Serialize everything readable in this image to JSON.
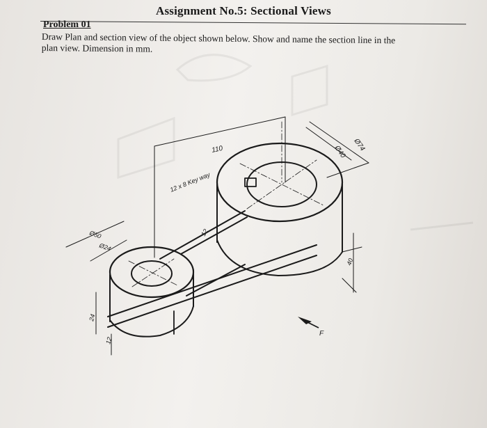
{
  "header": {
    "title": "Assignment No.5: Sectional Views",
    "problem_label": "Problem 01",
    "line1": "Draw Plan and section view of the object shown below. Show and name the section line in the",
    "line2": "plan view. Dimension in mm."
  },
  "drawing": {
    "dim_length": "110",
    "dim_outer_large": "Ø74",
    "dim_inner_large": "Ø40",
    "dim_keyway": "12 x 8 Key way",
    "dim_outer_small": "Ø50",
    "dim_inner_small": "Ø24",
    "dim_rib": "12",
    "dim_height_large": "40",
    "dim_height_small": "24",
    "dim_base": "12",
    "view_label": "F"
  }
}
